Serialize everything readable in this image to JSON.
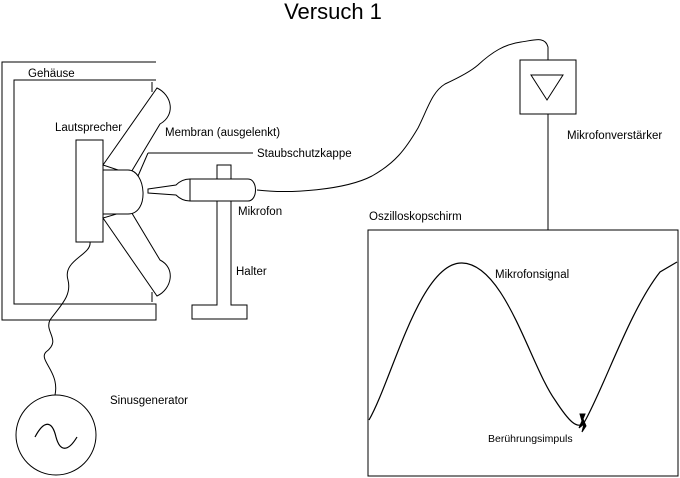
{
  "title": "Versuch 1",
  "labels": {
    "housing": "Gehäuse",
    "speaker": "Lautsprecher",
    "membrane": "Membran (ausgelenkt)",
    "dust_cap": "Staubschutzkappe",
    "microphone": "Mikrofon",
    "holder": "Halter",
    "amplifier": "Mikrofonverstärker",
    "scope": "Oszilloskopschirm",
    "signal": "Mikrofonsignal",
    "touch": "Berührungsimpuls",
    "generator": "Sinusgenerator"
  },
  "icons": {
    "amplifier": "triangle-down-icon",
    "generator": "sine-wave-icon"
  }
}
